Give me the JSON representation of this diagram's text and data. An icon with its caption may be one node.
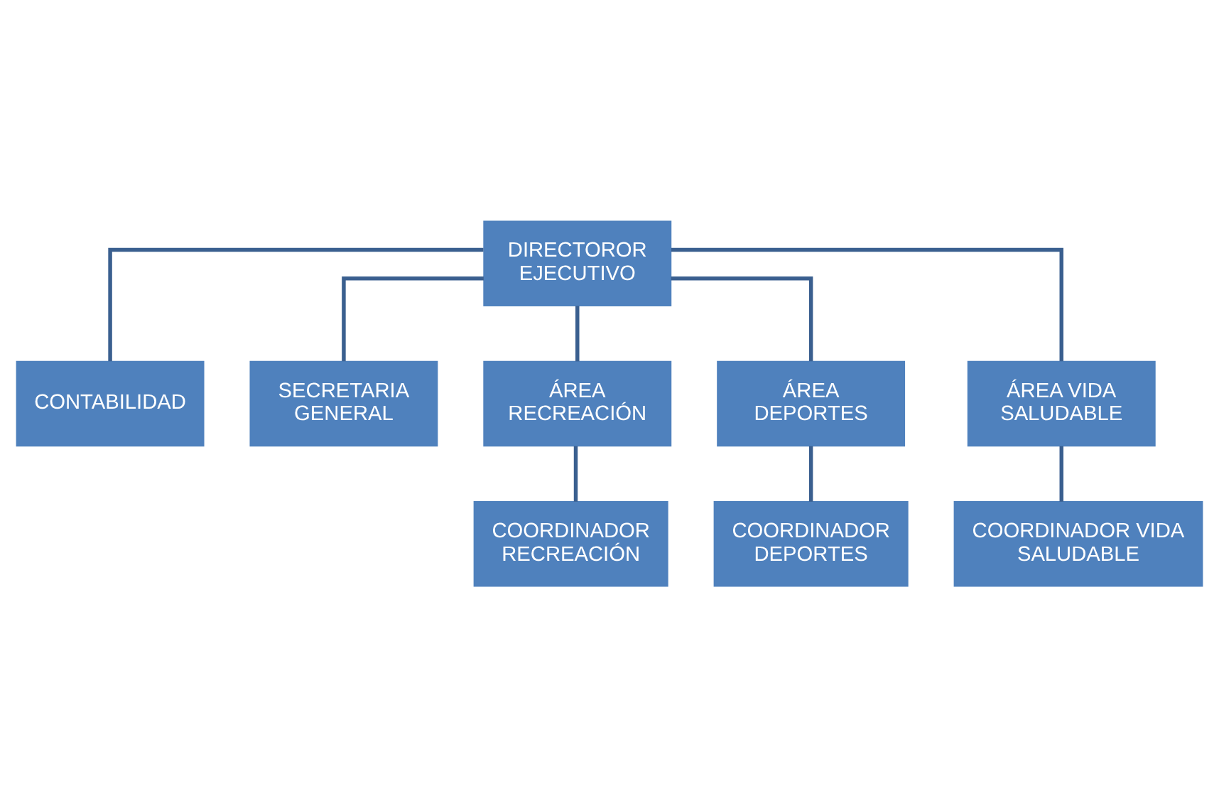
{
  "diagram": {
    "nodes": [
      {
        "text": [
          "DIRECTOROR EJECUTIVO"
        ]
      },
      {
        "text": [
          "CONTABILIDAD"
        ]
      },
      {
        "text": [
          "SECRETARIA GENERAL"
        ]
      },
      {
        "text": [
          "ÁREA RECREACIÓN"
        ]
      },
      {
        "text": [
          "ÁREA DEPORTES"
        ]
      },
      {
        "text": [
          "ÁREA VIDA SALUDABLE"
        ]
      },
      {
        "text": [
          "COORDINADOR RECREACIÓN"
        ]
      },
      {
        "text": [
          "COORDINADOR DEPORTES"
        ]
      },
      {
        "text": [
          "COORDINADOR VIDA SALUDABLE"
        ]
      }
    ],
    "edges": [
      {
        "from": 0,
        "to": 1,
        "arrow": "none"
      },
      {
        "from": 0,
        "to": 2,
        "arrow": "none"
      },
      {
        "from": 0,
        "to": 3,
        "arrow": "none"
      },
      {
        "from": 0,
        "to": 4,
        "arrow": "none"
      },
      {
        "from": 0,
        "to": 5,
        "arrow": "none"
      },
      {
        "from": 3,
        "to": 6,
        "arrow": "none"
      },
      {
        "from": 4,
        "to": 7,
        "arrow": "none"
      },
      {
        "from": 5,
        "to": 8,
        "arrow": "none"
      }
    ]
  }
}
